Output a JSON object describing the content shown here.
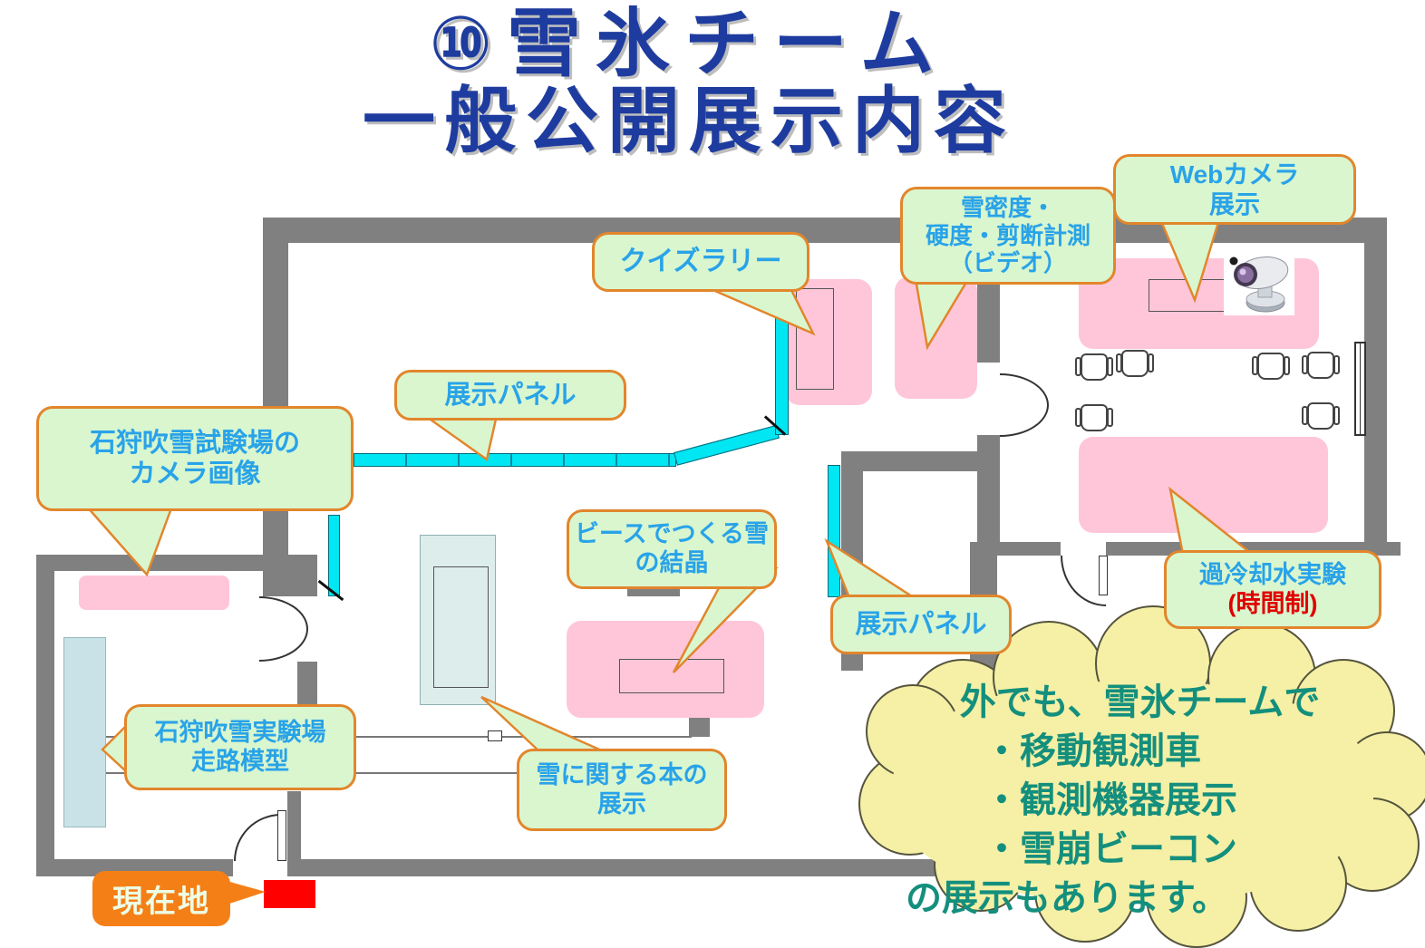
{
  "title": {
    "line1": "⑩雪氷チーム",
    "line2": "一般公開展示内容"
  },
  "callouts": {
    "quiz": {
      "lines": [
        "クイズラリー"
      ]
    },
    "webcam": {
      "lines": [
        "Webカメラ",
        "展示"
      ]
    },
    "density": {
      "lines": [
        "雪密度・",
        "硬度・剪断計測",
        "（ビデオ）"
      ]
    },
    "panel_top": {
      "lines": [
        "展示パネル"
      ]
    },
    "ishikari_camera": {
      "lines": [
        "石狩吹雪試験場の",
        "カメラ画像"
      ]
    },
    "beads": {
      "lines": [
        "ビースでつくる雪",
        "の結晶"
      ]
    },
    "panel_right": {
      "lines": [
        "展示パネル"
      ]
    },
    "supercooled": {
      "lines": [
        "過冷却水実験",
        "(時間制)"
      ]
    },
    "runway": {
      "lines": [
        "石狩吹雪実験場",
        "走路模型"
      ]
    },
    "books": {
      "lines": [
        "雪に関する本の",
        "展示"
      ]
    },
    "current_location": {
      "label": "現在地"
    }
  },
  "cloud": {
    "lines": [
      "外でも、雪氷チームで",
      "・移動観測車",
      "・観測機器展示",
      "・雪崩ビーコン",
      "の展示もあります。"
    ]
  },
  "colors": {
    "title_blue": "#1E3C9F",
    "callout_green": "#D9F6CF",
    "callout_border": "#E2862C",
    "callout_text": "#29A3E8",
    "wall_gray": "#808080",
    "panel_cyan": "#00E6F2",
    "table_pink": "#FFC6DA",
    "cloud_yellow": "#F5F0A5",
    "cloud_text": "#148F7D",
    "alert_red": "#E00000",
    "current_orange": "#F57F17",
    "marker_red": "#FF0000"
  }
}
